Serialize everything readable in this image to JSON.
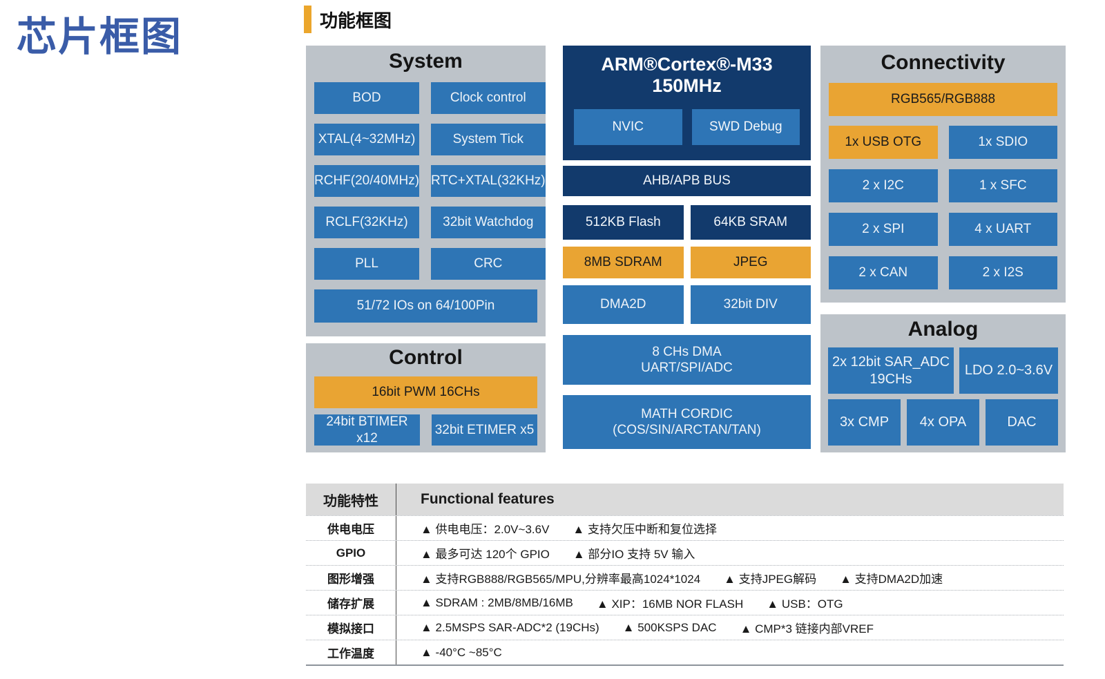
{
  "page": {
    "title": "芯片框图",
    "section_title": "功能框图"
  },
  "colors": {
    "title_blue": "#3a5ca8",
    "accent_orange": "#eba62c",
    "panel_gray": "#bdc3c9",
    "box_blue": "#2e75b5",
    "box_navy": "#123a6c",
    "box_orange": "#e9a433",
    "table_header_gray": "#dbdbdb"
  },
  "diagram": {
    "system": {
      "title": "System",
      "cells": [
        "BOD",
        "Clock control",
        "XTAL(4~32MHz)",
        "System Tick",
        "RCHF(20/40MHz)",
        "RTC+XTAL(32KHz)",
        "RCLF(32KHz)",
        "32bit Watchdog",
        "PLL",
        "CRC"
      ],
      "full_width_cell": "51/72 IOs on 64/100Pin"
    },
    "control": {
      "title": "Control",
      "pwm_cell": "16bit PWM 16CHs",
      "cells": [
        "24bit BTIMER x12",
        "32bit ETIMER x5"
      ]
    },
    "cpu": {
      "line1": "ARM®Cortex®-M33",
      "line2": "150MHz",
      "nvic": "NVIC",
      "swd": "SWD Debug"
    },
    "bus": "AHB/APB BUS",
    "memory": {
      "cells": [
        "512KB Flash",
        "64KB SRAM",
        "8MB SDRAM",
        "JPEG",
        "DMA2D",
        "32bit DIV"
      ]
    },
    "dma": {
      "line1": "8 CHs DMA",
      "line2": "UART/SPI/ADC"
    },
    "math": {
      "line1": "MATH CORDIC",
      "line2": "(COS/SIN/ARCTAN/TAN)"
    },
    "connectivity": {
      "title": "Connectivity",
      "full_width_cell": "RGB565/RGB888",
      "cells": [
        "1x USB OTG",
        "1x SDIO",
        "2 x I2C",
        "1 x SFC",
        "2 x SPI",
        "4 x UART",
        "2 x CAN",
        "2 x I2S"
      ]
    },
    "analog": {
      "title": "Analog",
      "adc_line1": "2x 12bit SAR_ADC",
      "adc_line2": "19CHs",
      "ldo": "LDO 2.0~3.6V",
      "cells": [
        "3x CMP",
        "4x OPA",
        "DAC"
      ]
    }
  },
  "table": {
    "header_zh": "功能特性",
    "header_en": "Functional features",
    "rows": [
      {
        "label": "供电电压",
        "items": [
          "▲ 供电电压：2.0V~3.6V",
          "▲ 支持欠压中断和复位选择"
        ]
      },
      {
        "label": "GPIO",
        "items": [
          "▲ 最多可达 120个 GPIO",
          "▲ 部分IO 支持 5V 输入"
        ]
      },
      {
        "label": "图形增强",
        "items": [
          "▲ 支持RGB888/RGB565/MPU,分辨率最高1024*1024",
          "▲ 支持JPEG解码",
          "▲ 支持DMA2D加速"
        ]
      },
      {
        "label": "储存扩展",
        "items": [
          "▲ SDRAM : 2MB/8MB/16MB",
          "▲ XIP：16MB NOR FLASH",
          "▲ USB：OTG"
        ]
      },
      {
        "label": "模拟接口",
        "items": [
          "▲ 2.5MSPS SAR-ADC*2 (19CHs)",
          "▲ 500KSPS DAC",
          "▲ CMP*3 链接内部VREF"
        ]
      },
      {
        "label": "工作温度",
        "items": [
          "▲ -40°C ~85°C"
        ]
      }
    ]
  }
}
